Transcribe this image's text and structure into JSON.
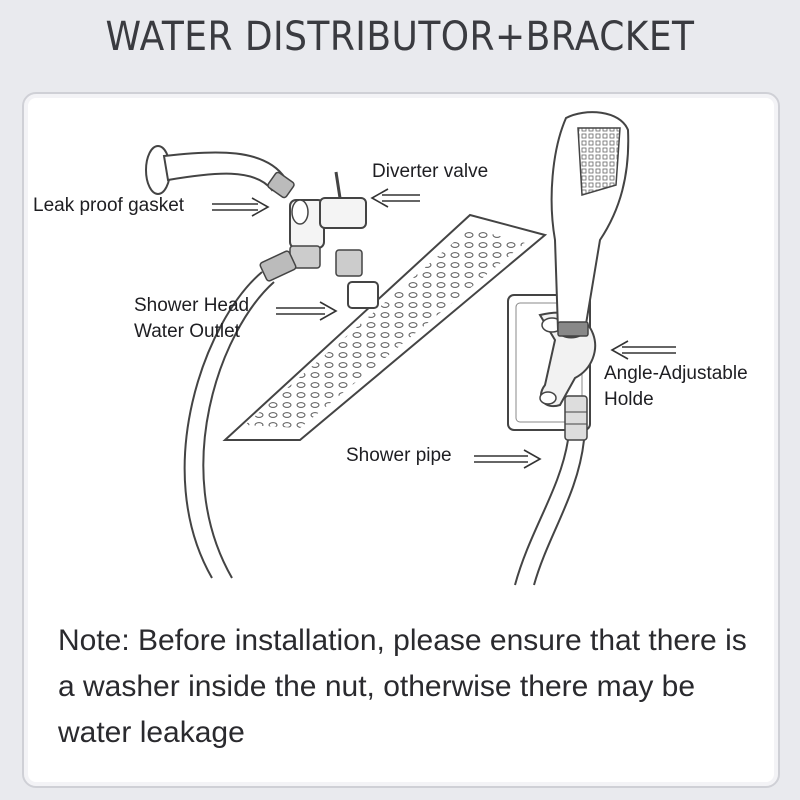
{
  "title": "WATER DISTRIBUTOR+BRACKET",
  "labels": {
    "diverter_valve": "Diverter valve",
    "leak_proof_gasket": "Leak proof gasket",
    "shower_head_line1": "Shower Head",
    "shower_head_line2": "Water Outlet",
    "angle_holder_line1": "Angle-Adjustable",
    "angle_holder_line2": "Holde",
    "shower_pipe": "Shower pipe"
  },
  "note": "Note: Before installation, please ensure that there is a washer inside the nut, otherwise there may be water leakage"
}
